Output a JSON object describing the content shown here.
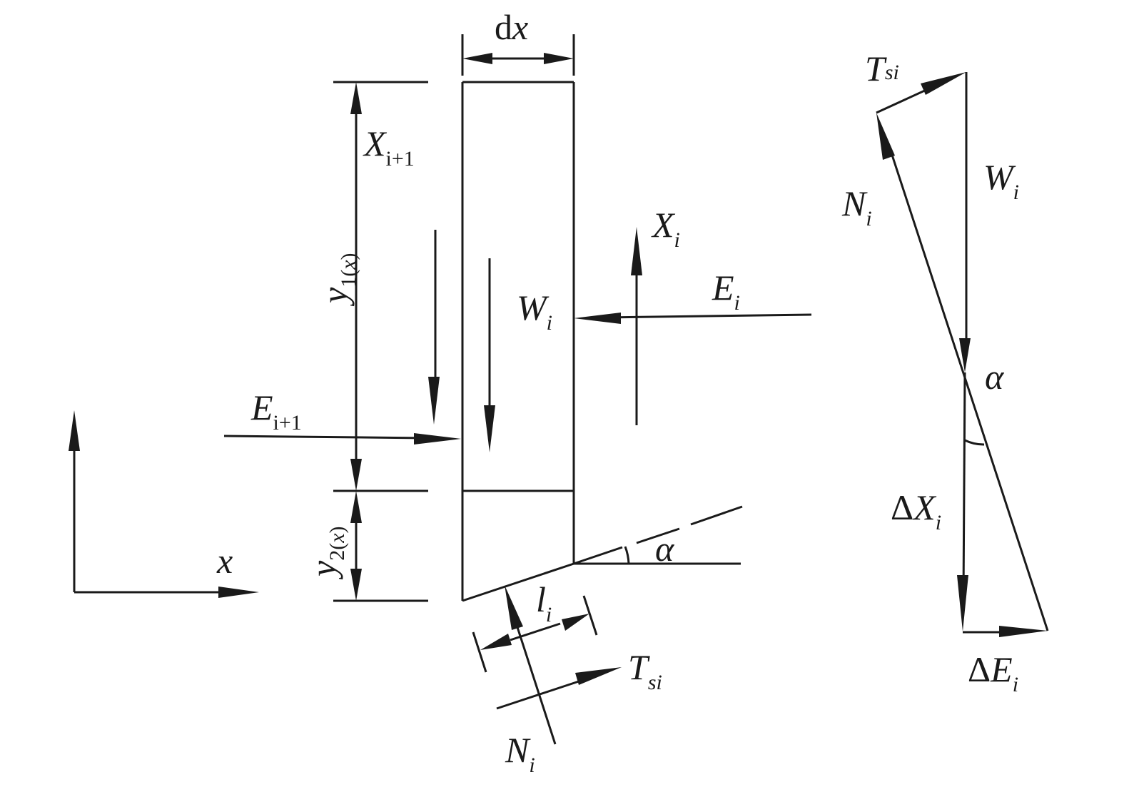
{
  "labels": {
    "dx": {
      "d": "d",
      "x": "x"
    },
    "X_i1": {
      "main": "X",
      "sub": "i+1"
    },
    "X_i": {
      "main": "X",
      "sub": "i"
    },
    "E_i": {
      "main": "E",
      "sub": "i"
    },
    "E_i1": {
      "main": "E",
      "sub": "i+1"
    },
    "W_i": {
      "main": "W",
      "sub": "i"
    },
    "y1x": {
      "main": "y",
      "sub_num": "1",
      "sub_paren_open": "(",
      "sub_var": "x",
      "sub_paren_close": ")"
    },
    "y2x": {
      "main": "y",
      "sub_num": "2",
      "sub_paren_open": "(",
      "sub_var": "x",
      "sub_paren_close": ")"
    },
    "x_axis": "x",
    "alpha_base": "α",
    "l_i": {
      "main": "l",
      "sub": "i"
    },
    "T_si_base": {
      "main": "T",
      "sub": "si"
    },
    "N_i_base": {
      "main": "N",
      "sub": "i"
    },
    "T_si_poly": {
      "main": "T",
      "sub": "si"
    },
    "W_i_poly": {
      "main": "W",
      "sub": "i"
    },
    "N_i_poly": {
      "main": "N",
      "sub": "i"
    },
    "alpha_poly": "α",
    "dX_i": {
      "delta": "Δ",
      "main": "X",
      "sub": "i"
    },
    "dE_i": {
      "delta": "Δ",
      "main": "E",
      "sub": "i"
    }
  }
}
